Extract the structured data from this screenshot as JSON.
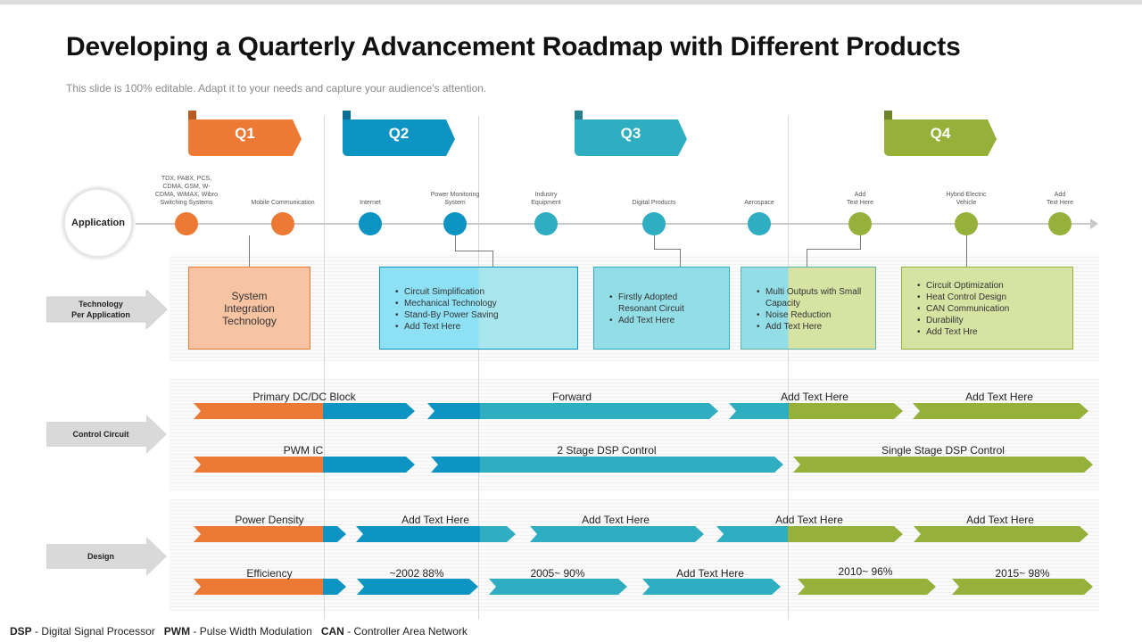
{
  "title": "Developing a Quarterly Advancement Roadmap with Different Products",
  "subtitle": "This slide is 100% editable. Adapt it to your needs and capture your audience's attention.",
  "colors": {
    "orange": "#ec7a35",
    "blue": "#0d94c2",
    "teal": "#30aec1",
    "green": "#96b13a"
  },
  "quarters": [
    "Q1",
    "Q2",
    "Q3",
    "Q4"
  ],
  "application_label": "Application",
  "points": [
    {
      "label": "TDX, PABX,  PCS,\nCDMA, GSM, W-\nCDMA, WiMAX, Wibro\nSwitching Systems",
      "color": "orange"
    },
    {
      "label": "Mobile Communication",
      "color": "orange"
    },
    {
      "label": "Internet",
      "color": "blue"
    },
    {
      "label": "Power Monitoring\nSystem",
      "color": "blue"
    },
    {
      "label": "Industry\nEquipment",
      "color": "teal"
    },
    {
      "label": "Digital Products",
      "color": "teal"
    },
    {
      "label": "Aerospace",
      "color": "teal"
    },
    {
      "label": "Add\nText Here",
      "color": "green"
    },
    {
      "label": "Hybrid Electric\nVehicle",
      "color": "green"
    },
    {
      "label": "Add\nText Here",
      "color": "green"
    }
  ],
  "row_labels": {
    "technology": "Technology\nPer Application",
    "control": "Control Circuit",
    "design": "Design"
  },
  "boxes": [
    {
      "text": "System\nIntegration\nTechnology"
    },
    {
      "items": [
        "Circuit Simplification",
        "Mechanical Technology",
        "Stand-By Power Saving",
        "Add Text Here"
      ]
    },
    {
      "items": [
        "Firstly Adopted\nResonant Circuit",
        "Add Text Here"
      ]
    },
    {
      "items": [
        "Multi Outputs with Small\nCapacity",
        "Noise Reduction",
        "Add Text Here"
      ]
    },
    {
      "items": [
        "Circuit Optimization",
        "Heat Control Design",
        "CAN Communication",
        "Durability",
        "Add Text Hre"
      ]
    }
  ],
  "control_row1": [
    "Primary DC/DC Block",
    "Forward",
    "Add Text Here",
    "Add Text Here"
  ],
  "control_row2": [
    "PWM IC",
    "2 Stage DSP Control",
    "Single Stage DSP Control"
  ],
  "design_row1": [
    "Power Density",
    "Add Text Here",
    "Add Text Here",
    "Add Text Here",
    "Add Text Here"
  ],
  "design_row2": [
    "Efficiency",
    "~2002 88%",
    "2005~ 90%",
    "Add Text Here",
    "2010~ 96%",
    "2015~ 98%"
  ],
  "legend": [
    {
      "abbr": "DSP",
      "text": " - Digital Signal Processor"
    },
    {
      "abbr": "PWM",
      "text": " - Pulse Width Modulation"
    },
    {
      "abbr": "CAN",
      "text": " - Controller Area Network"
    }
  ]
}
